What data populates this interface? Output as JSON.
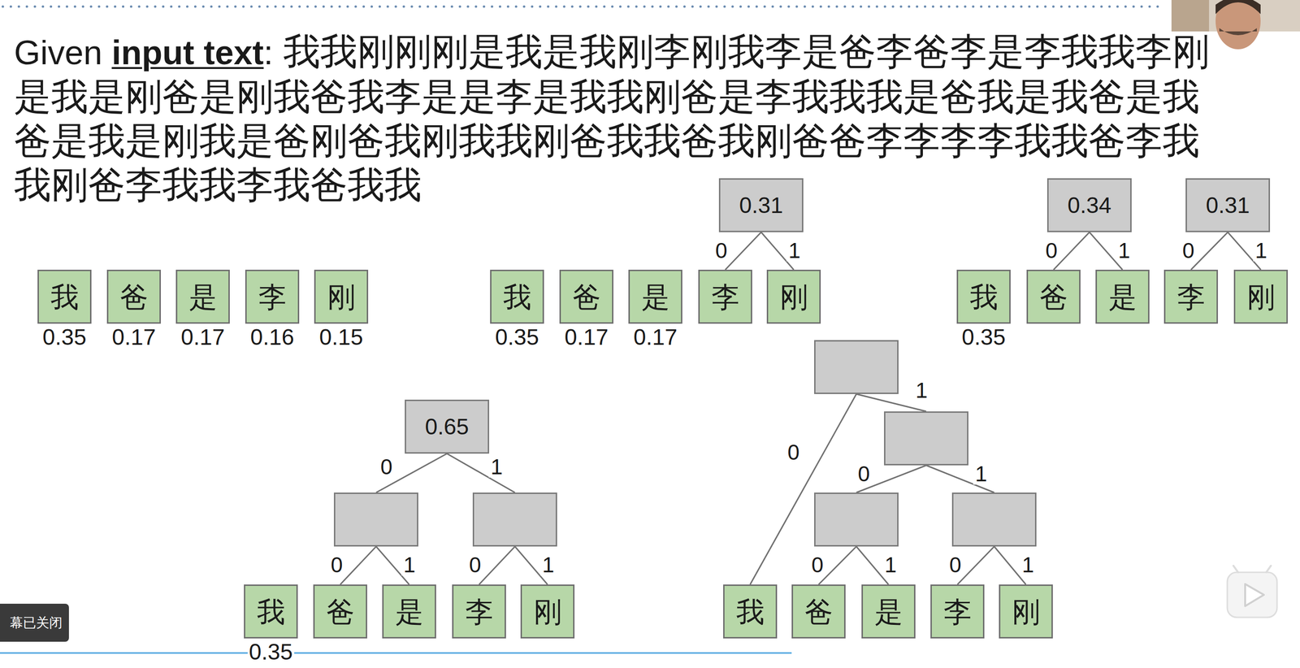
{
  "diagram": {
    "nodes": [
      {
        "text": [
          "我",
          "0.35"
        ]
      },
      {
        "text": [
          "爸",
          "0.17"
        ]
      },
      {
        "text": [
          "是",
          "0.17"
        ]
      },
      {
        "text": [
          "李",
          "0.16"
        ]
      },
      {
        "text": [
          "刚",
          "0.15"
        ]
      },
      {
        "text": [
          "0.31"
        ]
      },
      {
        "text": [
          "我",
          "0.35"
        ]
      },
      {
        "text": [
          "爸",
          "0.17"
        ]
      },
      {
        "text": [
          "是",
          "0.17"
        ]
      },
      {
        "text": [
          "李"
        ]
      },
      {
        "text": [
          "刚"
        ]
      },
      {
        "text": [
          "0.34"
        ]
      },
      {
        "text": [
          "0.31"
        ]
      },
      {
        "text": [
          "我",
          "0.35"
        ]
      },
      {
        "text": [
          "爸"
        ]
      },
      {
        "text": [
          "是"
        ]
      },
      {
        "text": [
          "李"
        ]
      },
      {
        "text": [
          "刚"
        ]
      },
      {
        "text": [
          "0.65"
        ]
      },
      {
        "text": []
      },
      {
        "text": []
      },
      {
        "text": [
          "我",
          "0.35"
        ]
      },
      {
        "text": [
          "爸"
        ]
      },
      {
        "text": [
          "是"
        ]
      },
      {
        "text": [
          "李"
        ]
      },
      {
        "text": [
          "刚"
        ]
      },
      {
        "text": []
      },
      {
        "text": []
      },
      {
        "text": []
      },
      {
        "text": []
      },
      {
        "text": [
          "我"
        ]
      },
      {
        "text": [
          "爸"
        ]
      },
      {
        "text": [
          "是"
        ]
      },
      {
        "text": [
          "李"
        ]
      },
      {
        "text": [
          "刚"
        ]
      }
    ],
    "edges": [
      {
        "from": 5,
        "to": 9,
        "arrow": "none",
        "label": "0"
      },
      {
        "from": 5,
        "to": 10,
        "arrow": "none",
        "label": "1"
      },
      {
        "from": 11,
        "to": 14,
        "arrow": "none",
        "label": "0"
      },
      {
        "from": 11,
        "to": 15,
        "arrow": "none",
        "label": "1"
      },
      {
        "from": 12,
        "to": 16,
        "arrow": "none",
        "label": "0"
      },
      {
        "from": 12,
        "to": 17,
        "arrow": "none",
        "label": "1"
      },
      {
        "from": 18,
        "to": 19,
        "arrow": "none",
        "label": "0"
      },
      {
        "from": 18,
        "to": 20,
        "arrow": "none",
        "label": "1"
      },
      {
        "from": 19,
        "to": 22,
        "arrow": "none",
        "label": "0"
      },
      {
        "from": 19,
        "to": 23,
        "arrow": "none",
        "label": "1"
      },
      {
        "from": 20,
        "to": 24,
        "arrow": "none",
        "label": "0"
      },
      {
        "from": 20,
        "to": 25,
        "arrow": "none",
        "label": "1"
      },
      {
        "from": 26,
        "to": 30,
        "arrow": "none",
        "label": "0"
      },
      {
        "from": 26,
        "to": 27,
        "arrow": "none",
        "label": "1"
      },
      {
        "from": 27,
        "to": 28,
        "arrow": "none",
        "label": "0"
      },
      {
        "from": 27,
        "to": 29,
        "arrow": "none",
        "label": "1"
      },
      {
        "from": 28,
        "to": 31,
        "arrow": "none",
        "label": "0"
      },
      {
        "from": 28,
        "to": 32,
        "arrow": "none",
        "label": "1"
      },
      {
        "from": 29,
        "to": 33,
        "arrow": "none",
        "label": "0"
      },
      {
        "from": 29,
        "to": 34,
        "arrow": "none",
        "label": "1"
      }
    ],
    "labels": [
      "Given",
      "input text",
      ":",
      "我我刚刚刚是我是我刚李刚我李是爸李爸李是李我我李刚是我是刚爸是刚我爸我李是是李是我我刚爸是李我我我是爸我是我爸是我爸是我是刚我是爸刚爸我刚我我刚爸我我爸我刚爸爸李李李李我我爸李我我刚爸李我我李我爸我我",
      "幕已关闭"
    ]
  }
}
